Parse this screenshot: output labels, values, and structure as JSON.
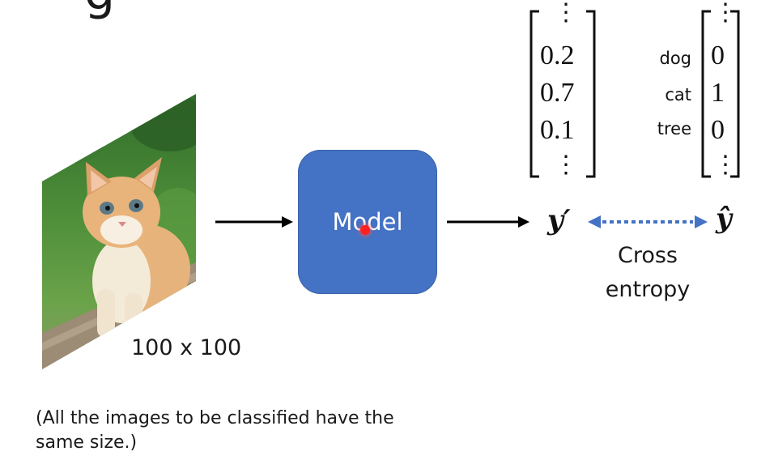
{
  "title_partial": "g",
  "image": {
    "size_label": "100 x 100",
    "subject_icon": "kitten-photo"
  },
  "model": {
    "label": "Model"
  },
  "prediction": {
    "symbol": "y′",
    "values": [
      "0.2",
      "0.7",
      "0.1"
    ],
    "ellipsis": "⋮"
  },
  "target": {
    "symbol": "ŷ",
    "rows": [
      {
        "label": "dog",
        "value": "0"
      },
      {
        "label": "cat",
        "value": "1"
      },
      {
        "label": "tree",
        "value": "0"
      }
    ],
    "ellipsis": "⋮"
  },
  "loss": {
    "line1": "Cross",
    "line2": "entropy"
  },
  "note": {
    "line1": "(All the images to be classified have the",
    "line2": "same size.)"
  },
  "colors": {
    "model_box": "#4472c4",
    "dotted_arrow": "#4472c4",
    "arrow": "#000000"
  }
}
